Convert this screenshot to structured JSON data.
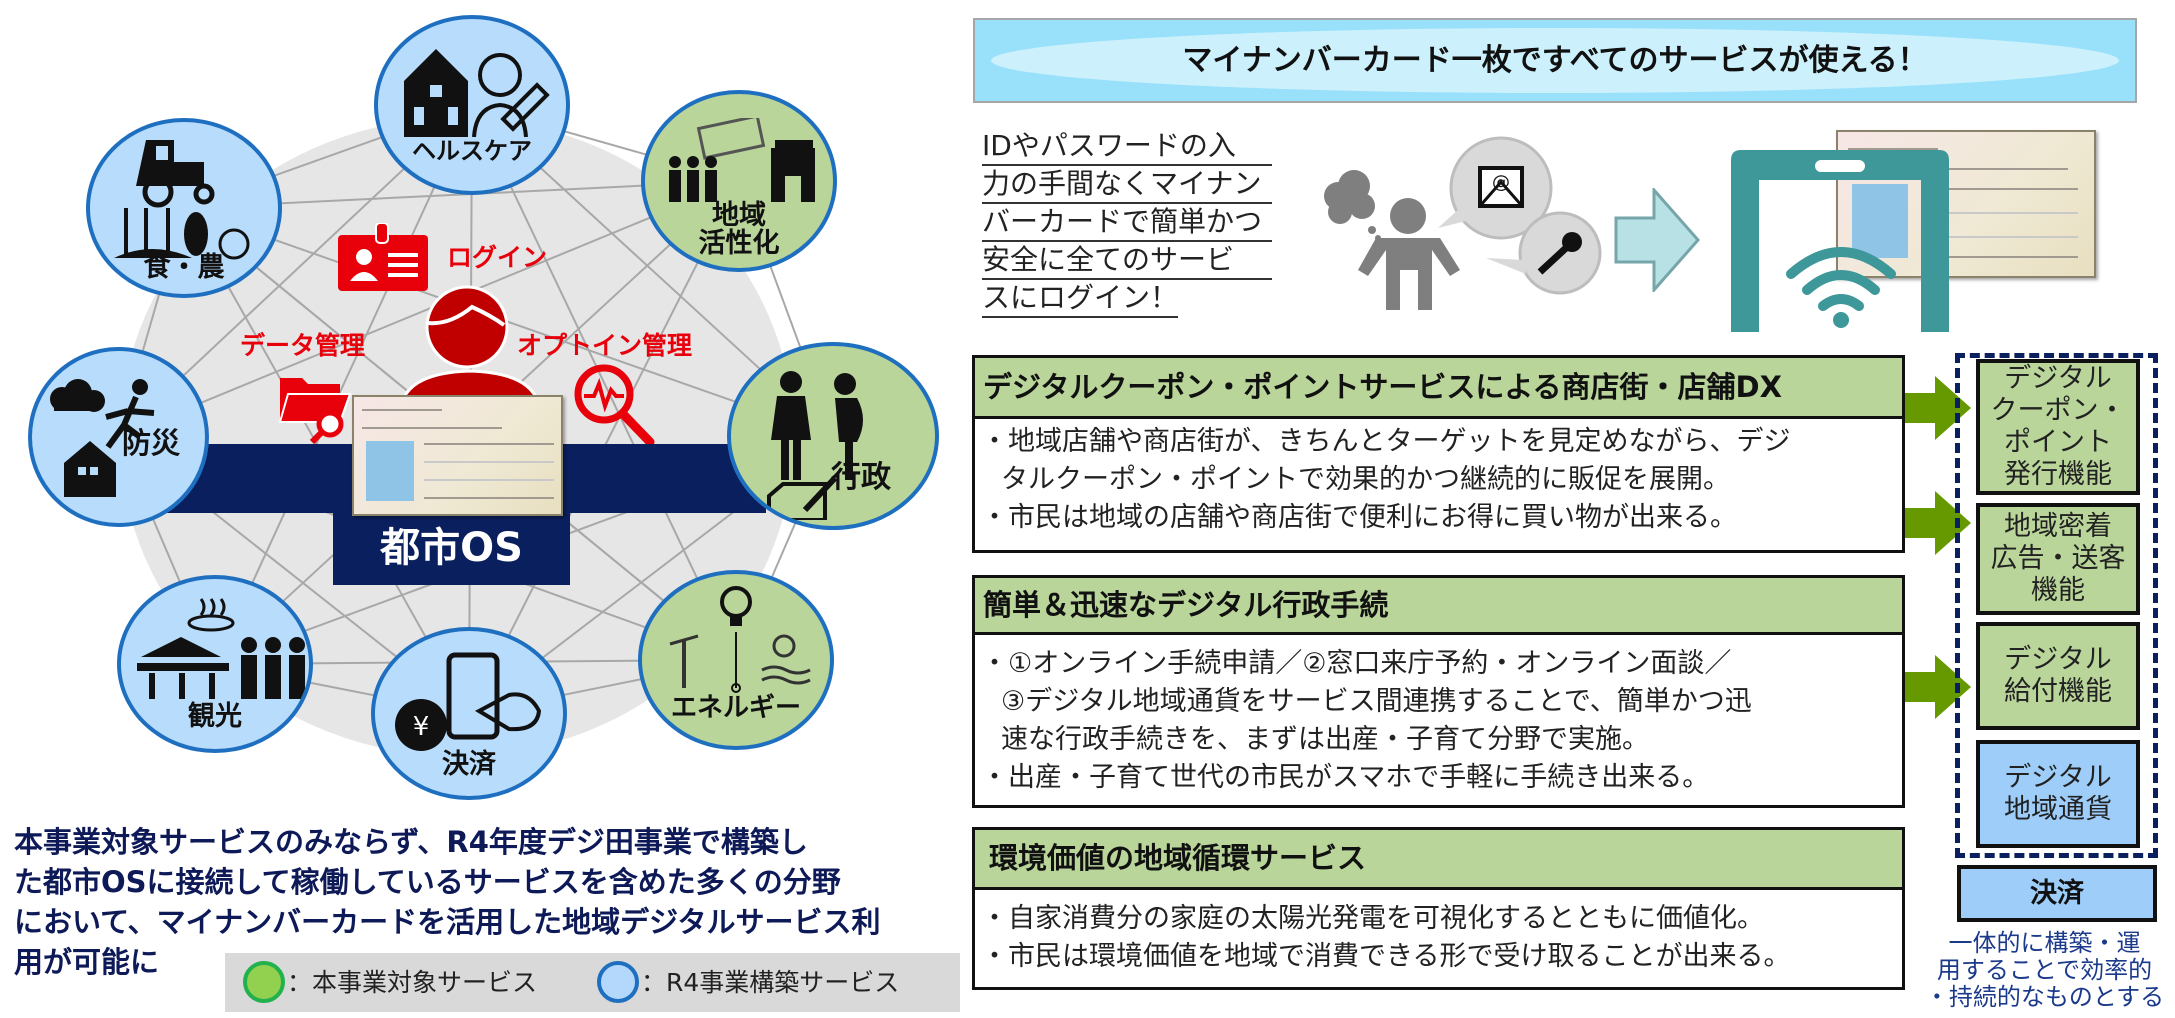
{
  "colors": {
    "navy": "#0a1f5e",
    "red": "#e8000b",
    "dark_red": "#c00000",
    "green_fill": "#b9d59a",
    "blue_fill": "#b8dcfb",
    "circle_border": "#1f6fc0",
    "arrow_green": "#669900",
    "teal": "#3e9799",
    "banner_blue": "#99e0fa",
    "legend_green": "#92d050",
    "legend_green_border": "#22b14c"
  },
  "hub": {
    "center_label": "都市OS",
    "functions": {
      "login": "ログイン",
      "data_management": "データ管理",
      "optin_management": "オプトイン管理"
    },
    "services": [
      {
        "label": "ヘルスケア",
        "type": "R4",
        "icon": "hospital-doctor-syringe-icon"
      },
      {
        "label": "地域\n活性化",
        "type": "target",
        "icon": "people-ticket-shop-icon"
      },
      {
        "label": "行政",
        "type": "target",
        "icon": "family-document-icon"
      },
      {
        "label": "エネルギー",
        "type": "target",
        "icon": "bulb-wind-solar-icon"
      },
      {
        "label": "決済",
        "type": "R4",
        "icon": "money-smartphone-icon"
      },
      {
        "label": "観光",
        "type": "R4",
        "icon": "onsen-temple-people-icon"
      },
      {
        "label": "防災",
        "type": "R4",
        "icon": "storm-house-runner-icon"
      },
      {
        "label": "食・農",
        "type": "R4",
        "icon": "tractor-crops-icon"
      }
    ]
  },
  "note": {
    "lines": [
      "本事業対象サービスのみならず、R4年度デジ田事業で構築し",
      "た都市OSに接続して稼働しているサービスを含めた多くの分野",
      "において、マイナンバーカードを活用した地域デジタルサービス利",
      "用が可能に"
    ]
  },
  "legend": {
    "target": "：本事業対象サービス",
    "r4": "：R4事業構築サービス"
  },
  "banner": {
    "title": "マイナンバーカード一枚ですべてのサービスが使える！"
  },
  "login_note": {
    "lines": [
      "IDやパスワードの入",
      "力の手間なくマイナン",
      "バーカードで簡単かつ",
      "安全に全てのサービ",
      "スにログイン！"
    ]
  },
  "sections": [
    {
      "title": "デジタルクーポン・ポイントサービスによる商店街・店舗DX",
      "lines": [
        {
          "text": "・地域店舗や商店街が、きちんとターゲットを見定めながら、デジ",
          "indent": false
        },
        {
          "text": "タルクーポン・ポイントで効果的かつ継続的に販促を展開。",
          "indent": true
        },
        {
          "text": "・市民は地域の店舗や商店街で便利にお得に買い物が出来る。",
          "indent": false
        }
      ]
    },
    {
      "title": "簡単＆迅速なデジタル行政手続",
      "lines": [
        {
          "text": "・①オンライン手続申請／②窓口来庁予約・オンライン面談／",
          "indent": false
        },
        {
          "text": "③デジタル地域通貨をサービス間連携することで、簡単かつ迅",
          "indent": true
        },
        {
          "text": "速な行政手続きを、まずは出産・子育て分野で実施。",
          "indent": true
        },
        {
          "text": "・出産・子育て世代の市民がスマホで手軽に手続き出来る。",
          "indent": false
        }
      ]
    },
    {
      "title": "環境価値の地域循環サービス",
      "lines": [
        {
          "text": "・自家消費分の家庭の太陽光発電を可視化するとともに価値化。",
          "indent": false
        },
        {
          "text": "・市民は環境価値を地域で消費できる形で受け取ることが出来る。",
          "indent": false
        }
      ]
    }
  ],
  "functions": [
    {
      "label": "デジタル\nクーポン・\nポイント\n発行機能",
      "color": "green"
    },
    {
      "label": "地域密着\n広告・送客\n機能",
      "color": "green"
    },
    {
      "label": "デジタル\n給付機能",
      "color": "green"
    },
    {
      "label": "デジタル\n地域通貨",
      "color": "blue"
    }
  ],
  "payment": "決済",
  "caption": [
    "一体的に構築・運",
    "用することで効率的",
    "・持続的なものとする"
  ]
}
